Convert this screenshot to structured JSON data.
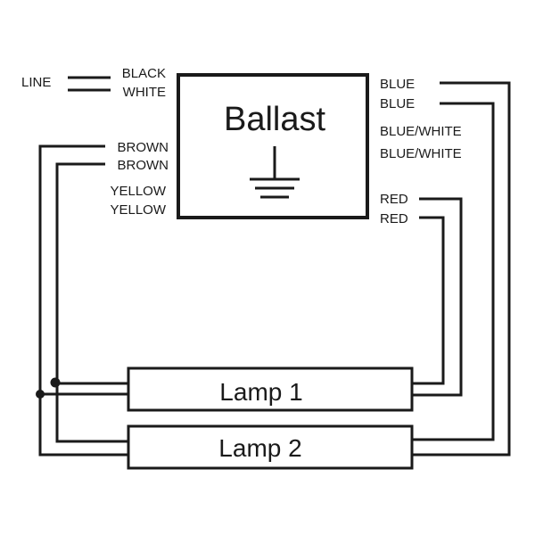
{
  "ballast": {
    "title": "Ballast"
  },
  "left_labels": {
    "line": "LINE",
    "black": "BLACK",
    "white": "WHITE",
    "brown_1": "BROWN",
    "brown_2": "BROWN",
    "yellow_1": "YELLOW",
    "yellow_2": "YELLOW"
  },
  "right_labels": {
    "blue_1": "BLUE",
    "blue_2": "BLUE",
    "blue_white_1": "BLUE/WHITE",
    "blue_white_2": "BLUE/WHITE",
    "red_1": "RED",
    "red_2": "RED"
  },
  "lamps": {
    "lamp_1": "Lamp 1",
    "lamp_2": "Lamp 2"
  }
}
